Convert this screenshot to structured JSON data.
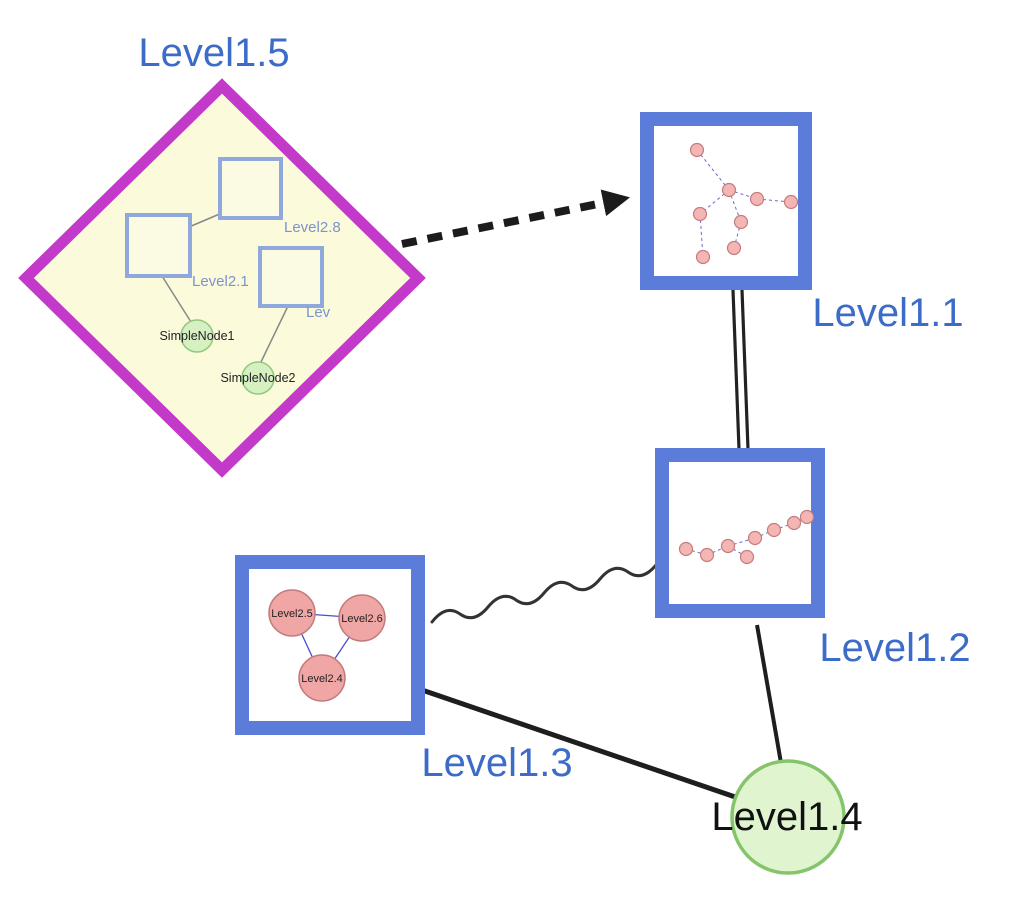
{
  "diagram": {
    "type": "nested-graph",
    "background": "#ffffff",
    "colors": {
      "label_blue": "#3d6cc8",
      "inner_label_blue": "#7b93cf",
      "diamond_border": "#c339c9",
      "diamond_fill": "#fbfbdb",
      "box_border": "#5b7cd9",
      "box_fill": "#ffffff",
      "pink_node_fill": "#f2aeac",
      "pink_node_border": "#c67c7c",
      "green_node_fill": "#d9f1c5",
      "green_node_border": "#8cc472",
      "edge_black": "#1e1e1e",
      "inner_edge_blue": "#6a6ad0"
    },
    "nodes": {
      "level1_5": {
        "label": "Level1.5",
        "shape": "diamond",
        "children": {
          "level2_8": {
            "label": "Level2.8",
            "shape": "square"
          },
          "level2_1": {
            "label": "Level2.1",
            "shape": "square"
          },
          "level2_trunc": {
            "label": "Lev",
            "shape": "square"
          },
          "simple_node1": {
            "label": "SimpleNode1",
            "shape": "circle"
          },
          "simple_node2": {
            "label": "SimpleNode2",
            "shape": "circle"
          }
        }
      },
      "level1_1": {
        "label": "Level1.1",
        "shape": "framed-box"
      },
      "level1_2": {
        "label": "Level1.2",
        "shape": "framed-box"
      },
      "level1_3": {
        "label": "Level1.3",
        "shape": "framed-box",
        "children": {
          "level2_5": {
            "label": "Level2.5",
            "shape": "circle"
          },
          "level2_6": {
            "label": "Level2.6",
            "shape": "circle"
          },
          "level2_4": {
            "label": "Level2.4",
            "shape": "circle"
          }
        }
      },
      "level1_4": {
        "label": "Level1.4",
        "shape": "circle"
      }
    },
    "edges": [
      {
        "from": "level1_5",
        "to": "level1_1",
        "style": "bold-dashed-arrow"
      },
      {
        "from": "level1_1",
        "to": "level1_2",
        "style": "double-line"
      },
      {
        "from": "level1_3",
        "to": "level1_2",
        "style": "wavy"
      },
      {
        "from": "level1_3",
        "to": "level1_4",
        "style": "solid"
      },
      {
        "from": "level1_2",
        "to": "level1_4",
        "style": "solid"
      }
    ]
  }
}
